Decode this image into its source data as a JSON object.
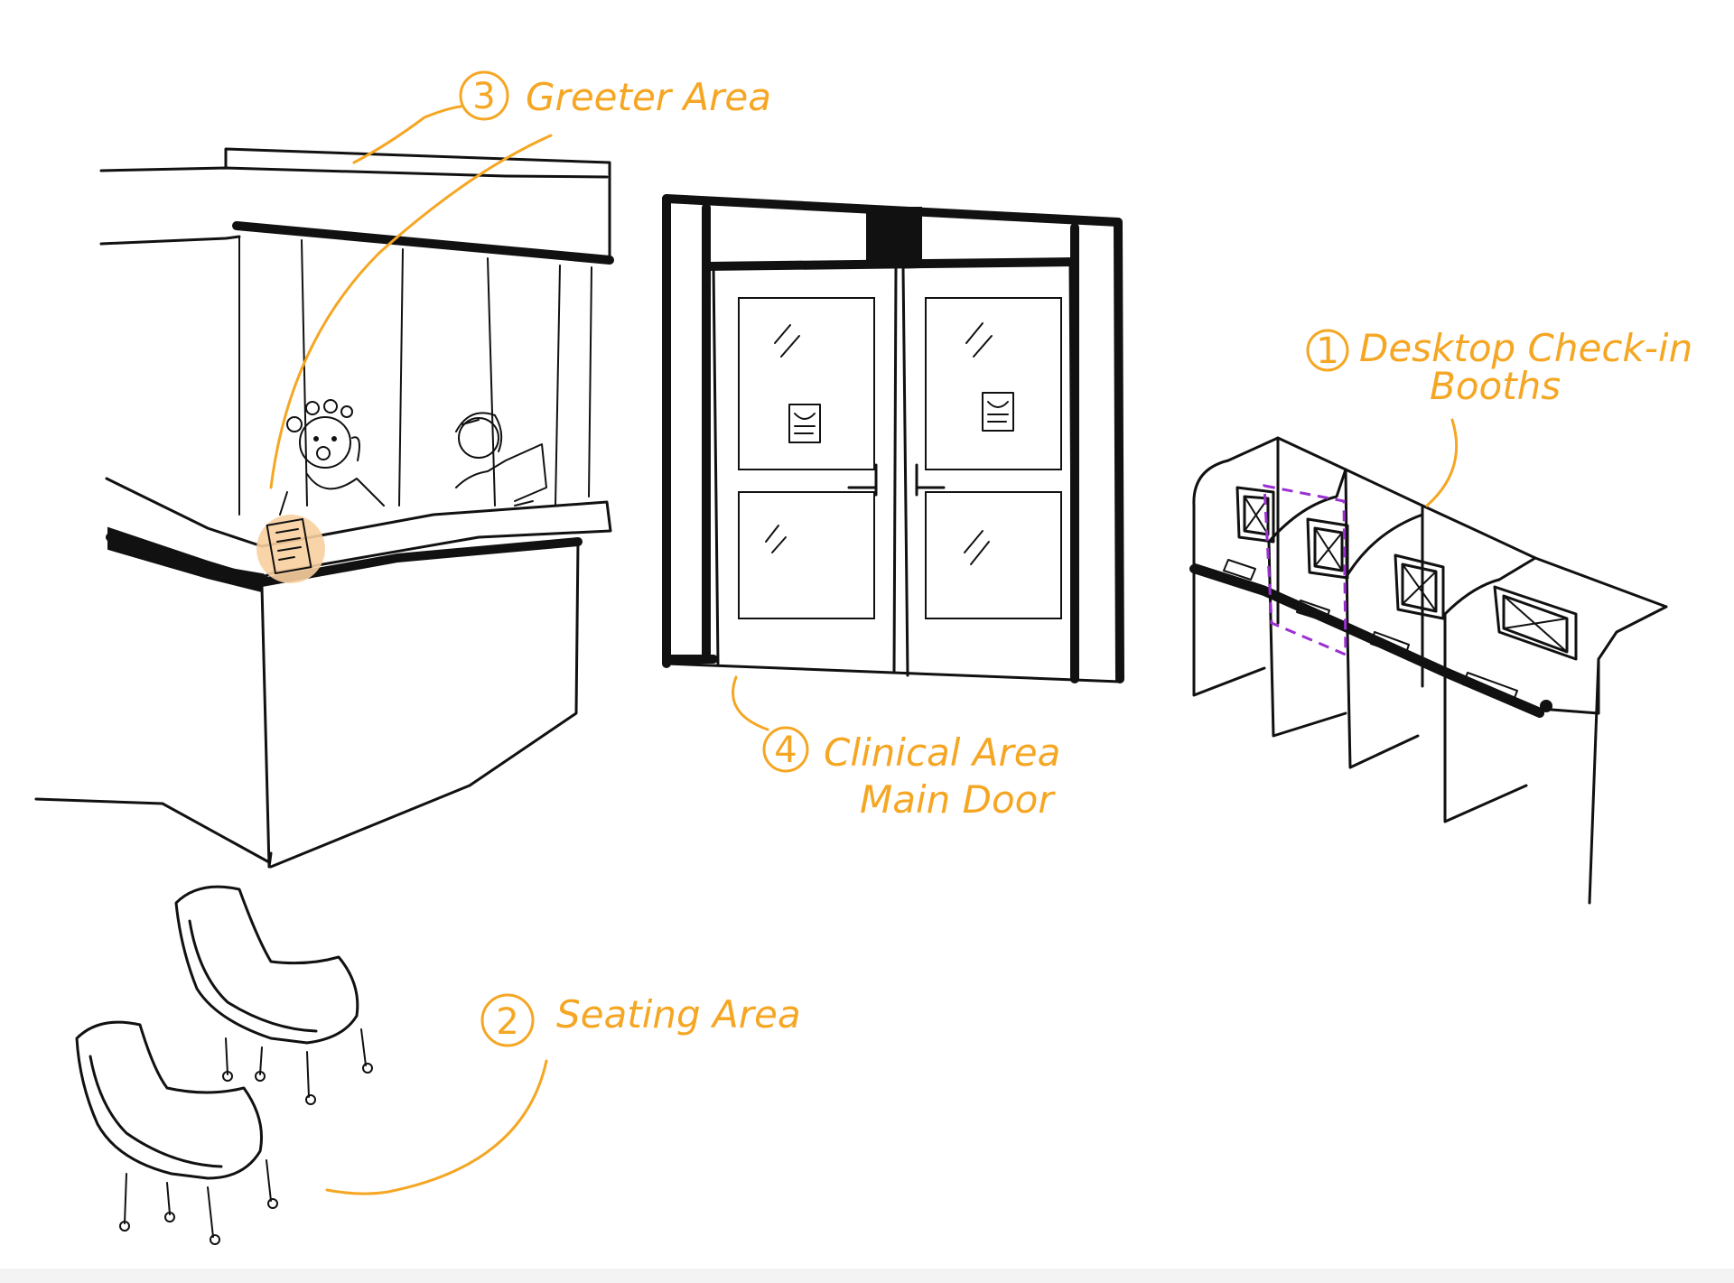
{
  "labels": {
    "booths": {
      "number": "1",
      "line1": "Desktop Check-in",
      "line2": "Booths"
    },
    "seating": {
      "number": "2",
      "line1": "Seating Area"
    },
    "greeter": {
      "number": "3",
      "line1": "Greeter Area"
    },
    "clinical": {
      "number": "4",
      "line1": "Clinical Area",
      "line2": "Main Door"
    }
  },
  "colors": {
    "ink": "#111111",
    "annotation": "#f5a623",
    "highlight": "#f8cfa0",
    "selection": "#9b30d0"
  },
  "icons": {
    "greeter_sign": "document-icon",
    "door_poster": "poster-icon",
    "booth_monitor": "monitor-icon"
  }
}
